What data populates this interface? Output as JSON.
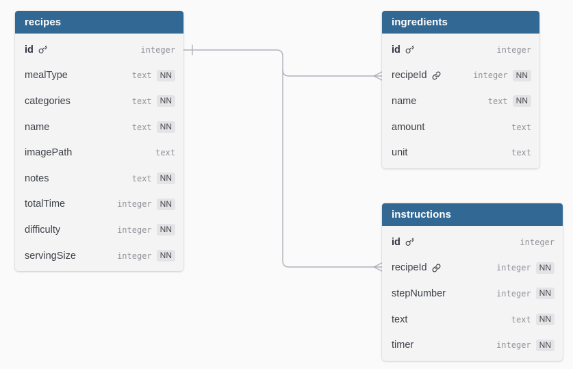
{
  "diagram": {
    "type": "entity-relationship-diagram",
    "background_color": "#fafafa",
    "header_color": "#326894",
    "body_color": "#f4f4f5",
    "connector_color": "#aeb2b9",
    "badge_color": "#e4e4e6"
  },
  "tables": [
    {
      "title": "recipes",
      "columns": [
        {
          "name": "id",
          "type": "integer",
          "pk": true,
          "icon": "key-icon"
        },
        {
          "name": "mealType",
          "type": "text",
          "nn": "NN"
        },
        {
          "name": "categories",
          "type": "text",
          "nn": "NN"
        },
        {
          "name": "name",
          "type": "text",
          "nn": "NN"
        },
        {
          "name": "imagePath",
          "type": "text"
        },
        {
          "name": "notes",
          "type": "text",
          "nn": "NN"
        },
        {
          "name": "totalTime",
          "type": "integer",
          "nn": "NN"
        },
        {
          "name": "difficulty",
          "type": "integer",
          "nn": "NN"
        },
        {
          "name": "servingSize",
          "type": "integer",
          "nn": "NN"
        }
      ]
    },
    {
      "title": "ingredients",
      "columns": [
        {
          "name": "id",
          "type": "integer",
          "pk": true,
          "icon": "key-icon"
        },
        {
          "name": "recipeId",
          "type": "integer",
          "fk": true,
          "icon": "link-icon",
          "nn": "NN"
        },
        {
          "name": "name",
          "type": "text",
          "nn": "NN"
        },
        {
          "name": "amount",
          "type": "text"
        },
        {
          "name": "unit",
          "type": "text"
        }
      ]
    },
    {
      "title": "instructions",
      "columns": [
        {
          "name": "id",
          "type": "integer",
          "pk": true,
          "icon": "key-icon"
        },
        {
          "name": "recipeId",
          "type": "integer",
          "fk": true,
          "icon": "link-icon",
          "nn": "NN"
        },
        {
          "name": "stepNumber",
          "type": "integer",
          "nn": "NN"
        },
        {
          "name": "text",
          "type": "text",
          "nn": "NN"
        },
        {
          "name": "timer",
          "type": "integer",
          "nn": "NN"
        }
      ]
    }
  ],
  "relationships": [
    {
      "from": "recipes.id",
      "to": "ingredients.recipeId",
      "from_cardinality": "one",
      "to_cardinality": "many"
    },
    {
      "from": "recipes.id",
      "to": "instructions.recipeId",
      "from_cardinality": "one",
      "to_cardinality": "many"
    }
  ]
}
